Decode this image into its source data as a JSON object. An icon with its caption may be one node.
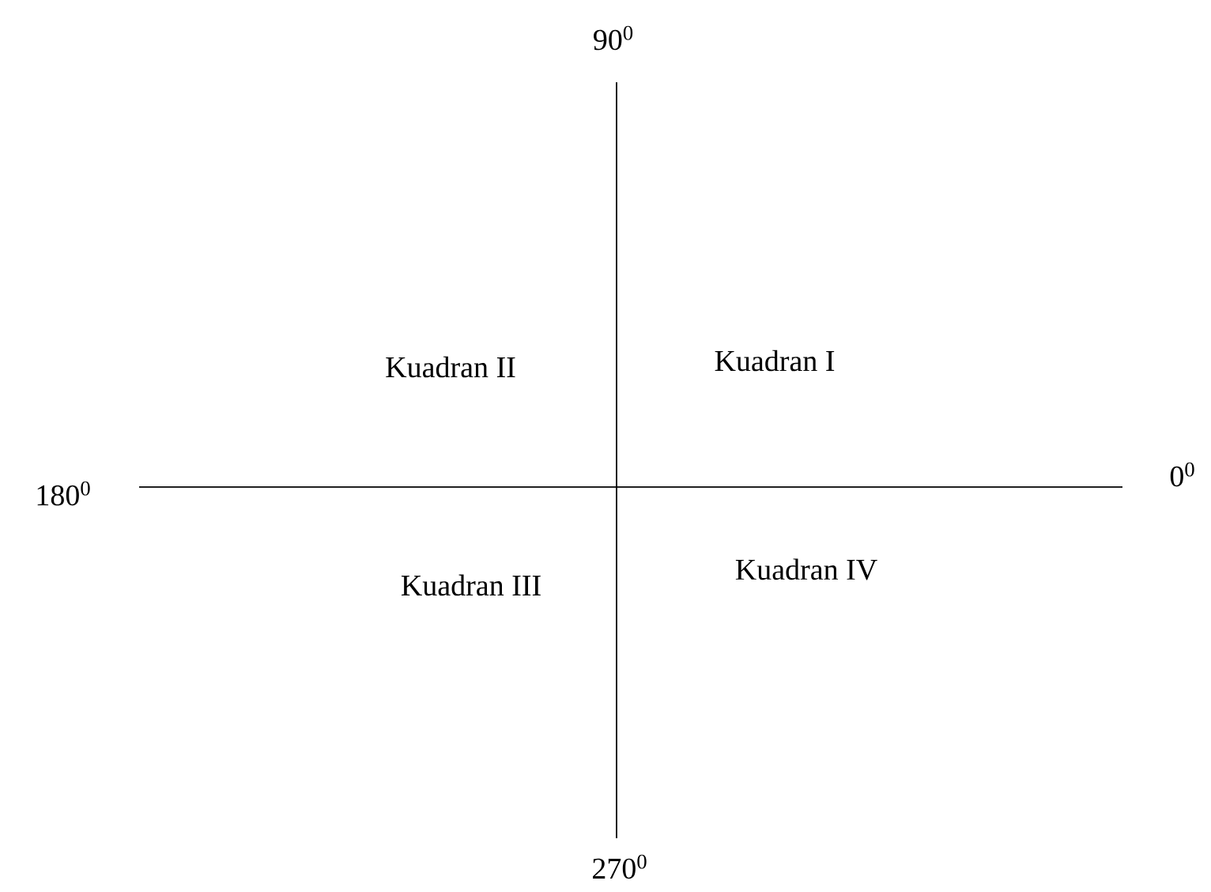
{
  "diagram": {
    "labels": [
      "90$^{0}$",
      "Kuadran II",
      "Kuadran I",
      "180$^{0}$",
      "0$^{0}$",
      "Kuadran III",
      "Kuadran IV",
      "270$^{0}$"
    ]
  }
}
